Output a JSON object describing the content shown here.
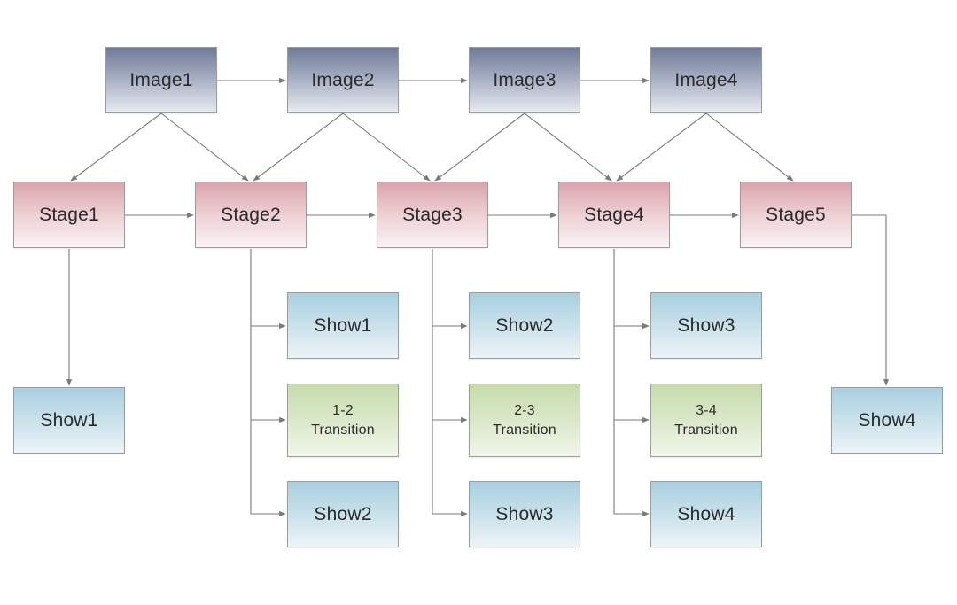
{
  "images": {
    "image1": "Image1",
    "image2": "Image2",
    "image3": "Image3",
    "image4": "Image4"
  },
  "stages": {
    "stage1": "Stage1",
    "stage2": "Stage2",
    "stage3": "Stage3",
    "stage4": "Stage4",
    "stage5": "Stage5"
  },
  "stage1_branch": {
    "show": "Show1"
  },
  "stage2_branch": {
    "show_top": "Show1",
    "transition_line1": "1-2",
    "transition_line2": "Transition",
    "show_bottom": "Show2"
  },
  "stage3_branch": {
    "show_top": "Show2",
    "transition_line1": "2-3",
    "transition_line2": "Transition",
    "show_bottom": "Show3"
  },
  "stage4_branch": {
    "show_top": "Show3",
    "transition_line1": "3-4",
    "transition_line2": "Transition",
    "show_bottom": "Show4"
  },
  "stage5_branch": {
    "show": "Show4"
  },
  "colors": {
    "image_box": "#8d96ae",
    "stage_box": "#e4bcc1",
    "show_box": "#c3dde8",
    "transition_box": "#d4e4c0",
    "connector": "#7a7a7a"
  }
}
